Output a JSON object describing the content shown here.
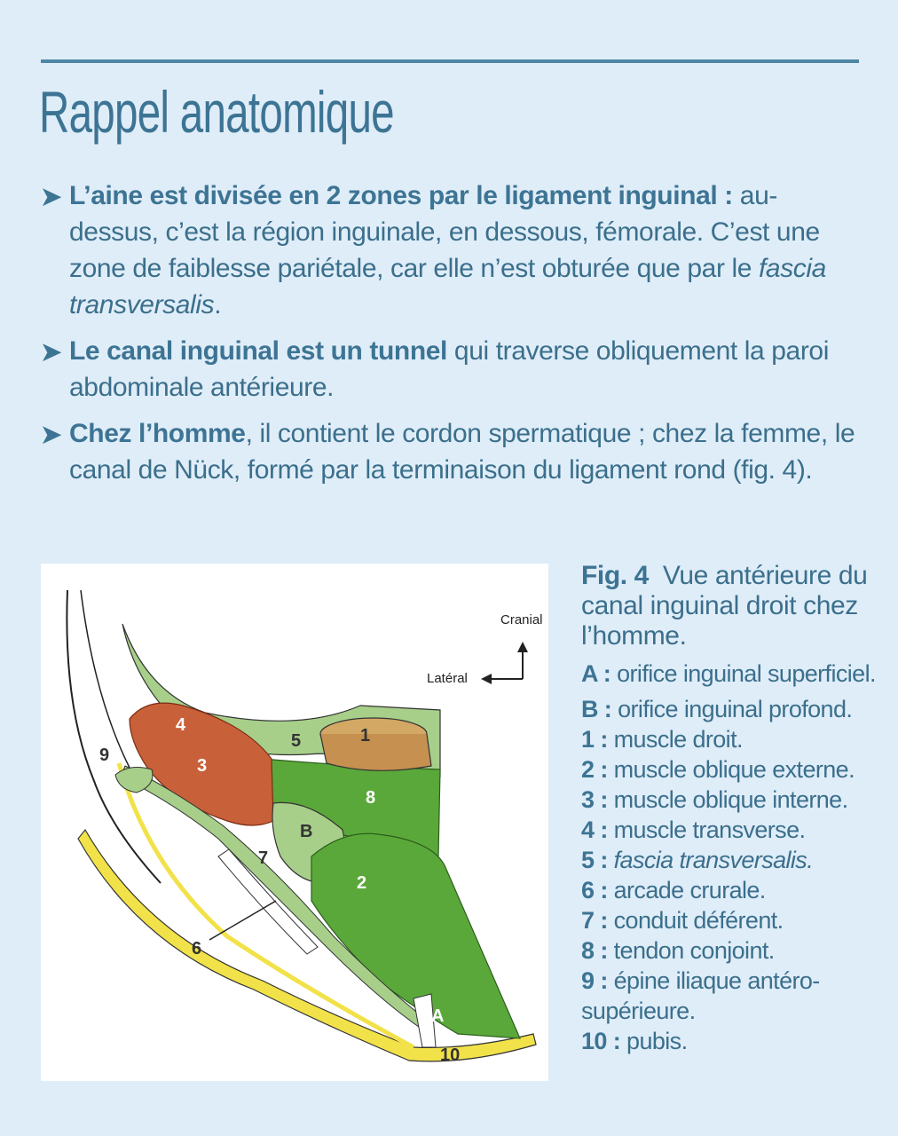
{
  "title": "Rappel anatomique",
  "bullets": [
    {
      "bold": "L’aine est divisée en 2 zones par le ligament inguinal :",
      "text": " au-dessus, c’est la région inguinale, en dessous, fémorale. C’est une zone de faiblesse pariétale, car elle n’est obturée que par le ",
      "italic": "fascia transversalis",
      "tail": "."
    },
    {
      "bold": "Le canal inguinal est un tunnel",
      "text": " qui traverse obliquement la paroi abdominale antérieure.",
      "italic": "",
      "tail": ""
    },
    {
      "bold": "Chez l’homme",
      "text": ", il contient le cordon spermatique ; chez la femme, le canal de Nück, formé par la terminaison du ligament rond (fig. 4).",
      "italic": "",
      "tail": ""
    }
  ],
  "figure": {
    "number": "Fig. 4",
    "title": "Vue antérieure du canal inguinal droit chez l’homme.",
    "orientation": {
      "cranial": "Cranial",
      "lateral": "Latéral"
    },
    "labels": [
      "1",
      "2",
      "3",
      "4",
      "5",
      "6",
      "7",
      "8",
      "9",
      "10",
      "A",
      "B"
    ]
  },
  "legend": [
    {
      "key": "A :",
      "value": "orifice inguinal superficiel.",
      "italic": false
    },
    {
      "key": "B :",
      "value": "orifice inguinal profond.",
      "italic": false
    },
    {
      "key": "1 :",
      "value": "muscle droit.",
      "italic": false
    },
    {
      "key": "2 :",
      "value": "muscle oblique externe.",
      "italic": false
    },
    {
      "key": "3 :",
      "value": "muscle oblique interne.",
      "italic": false
    },
    {
      "key": "4 :",
      "value": "muscle transverse.",
      "italic": false
    },
    {
      "key": "5 :",
      "value": "fascia transversalis.",
      "italic": true
    },
    {
      "key": "6 :",
      "value": "arcade crurale.",
      "italic": false
    },
    {
      "key": "7 :",
      "value": "conduit déférent.",
      "italic": false
    },
    {
      "key": "8 :",
      "value": "tendon conjoint.",
      "italic": false
    },
    {
      "key": "9 :",
      "value": "épine iliaque antéro-supérieure.",
      "italic": false
    },
    {
      "key": "10 :",
      "value": "pubis.",
      "italic": false
    }
  ],
  "colors": {
    "background": "#dfedf8",
    "title": "#3d7494",
    "text": "#3b6f8c",
    "muscle_green": "#5aa83a",
    "muscle_light_green": "#a7cf8a",
    "muscle_red": "#c8603a",
    "bone_yellow": "#f2e24a",
    "tendon_tan": "#d3a764"
  }
}
